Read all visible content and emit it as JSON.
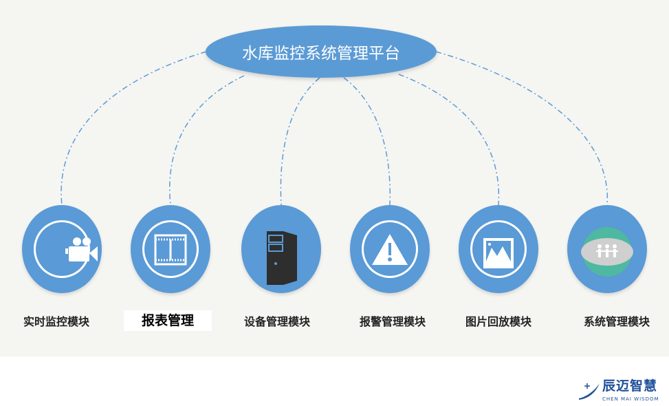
{
  "title": "水库监控系统管理平台",
  "modules": [
    {
      "label": "实时监控模块",
      "icon": "video-camera-icon"
    },
    {
      "label": "报表管理",
      "icon": "film-icon"
    },
    {
      "label": "设备管理模块",
      "icon": "computer-tower-icon"
    },
    {
      "label": "报警管理模块",
      "icon": "warning-icon"
    },
    {
      "label": "图片回放模块",
      "icon": "image-icon"
    },
    {
      "label": "系统管理模块",
      "icon": "people-icon"
    }
  ],
  "logo": {
    "cn": "辰迈智慧",
    "en": "CHEN MAI WISDOM"
  },
  "colors": {
    "node": "#5a9ad6",
    "line": "#5b9bd5",
    "background": "#f5f5f2"
  }
}
